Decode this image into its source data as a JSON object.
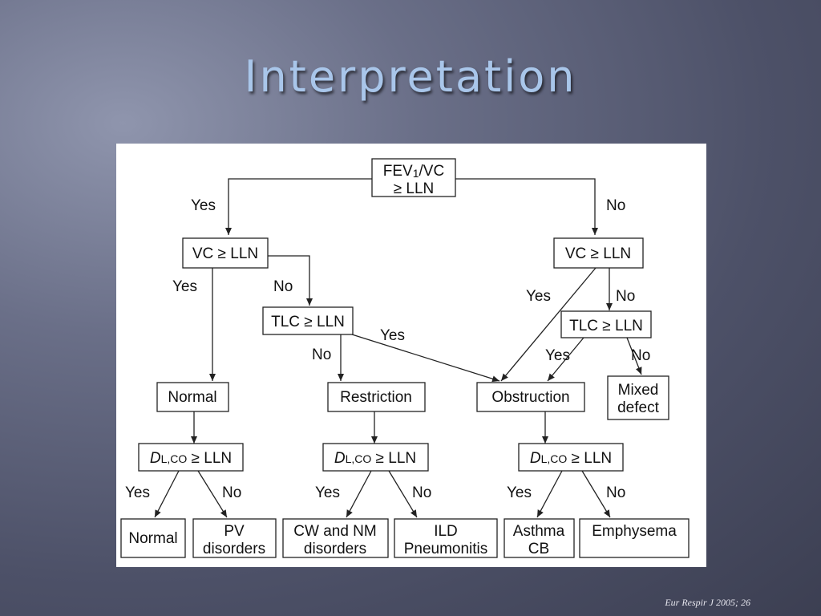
{
  "slide": {
    "title": "Interpretation",
    "citation": "Eur Respir J 2005; 26"
  },
  "colors": {
    "title": "#a9c6ea",
    "background": "#4d5168",
    "panel": "#ffffff",
    "ink": "#111111"
  },
  "flowchart": {
    "nodes": {
      "root": {
        "line1": "FEV",
        "line1_sub": "1",
        "line1_rest": "/VC",
        "line2": "≥ LLN"
      },
      "vc_left": {
        "text": "VC ≥ LLN"
      },
      "vc_right": {
        "text": "VC ≥ LLN"
      },
      "tlc_left": {
        "text": "TLC ≥ LLN"
      },
      "tlc_right": {
        "text": "TLC ≥ LLN"
      },
      "normal": {
        "text": "Normal"
      },
      "restriction": {
        "text": "Restriction"
      },
      "obstruction": {
        "text": "Obstruction"
      },
      "mixed": {
        "line1": "Mixed",
        "line2": "defect"
      },
      "dlco_1": {
        "d": "D",
        "sub": "L,CO",
        "rest": " ≥ LLN"
      },
      "dlco_2": {
        "d": "D",
        "sub": "L,CO",
        "rest": " ≥ LLN"
      },
      "dlco_3": {
        "d": "D",
        "sub": "L,CO",
        "rest": " ≥ LLN"
      },
      "out_normal": {
        "text": "Normal"
      },
      "out_pv": {
        "line1": "PV",
        "line2": "disorders"
      },
      "out_cw": {
        "line1": "CW and NM",
        "line2": "disorders"
      },
      "out_ild": {
        "line1": "ILD",
        "line2": "Pneumonitis"
      },
      "out_asthma": {
        "line1": "Asthma",
        "line2": "CB"
      },
      "out_emph": {
        "text": "Emphysema"
      }
    },
    "edge_labels": {
      "root_yes": "Yes",
      "root_no": "No",
      "vcl_yes": "Yes",
      "vcl_no": "No",
      "tlcl_no": "No",
      "tlcl_yes": "Yes",
      "vcr_yes": "Yes",
      "vcr_no": "No",
      "tlcr_yes": "Yes",
      "tlcr_no": "No",
      "d1_yes": "Yes",
      "d1_no": "No",
      "d2_yes": "Yes",
      "d2_no": "No",
      "d3_yes": "Yes",
      "d3_no": "No"
    }
  }
}
